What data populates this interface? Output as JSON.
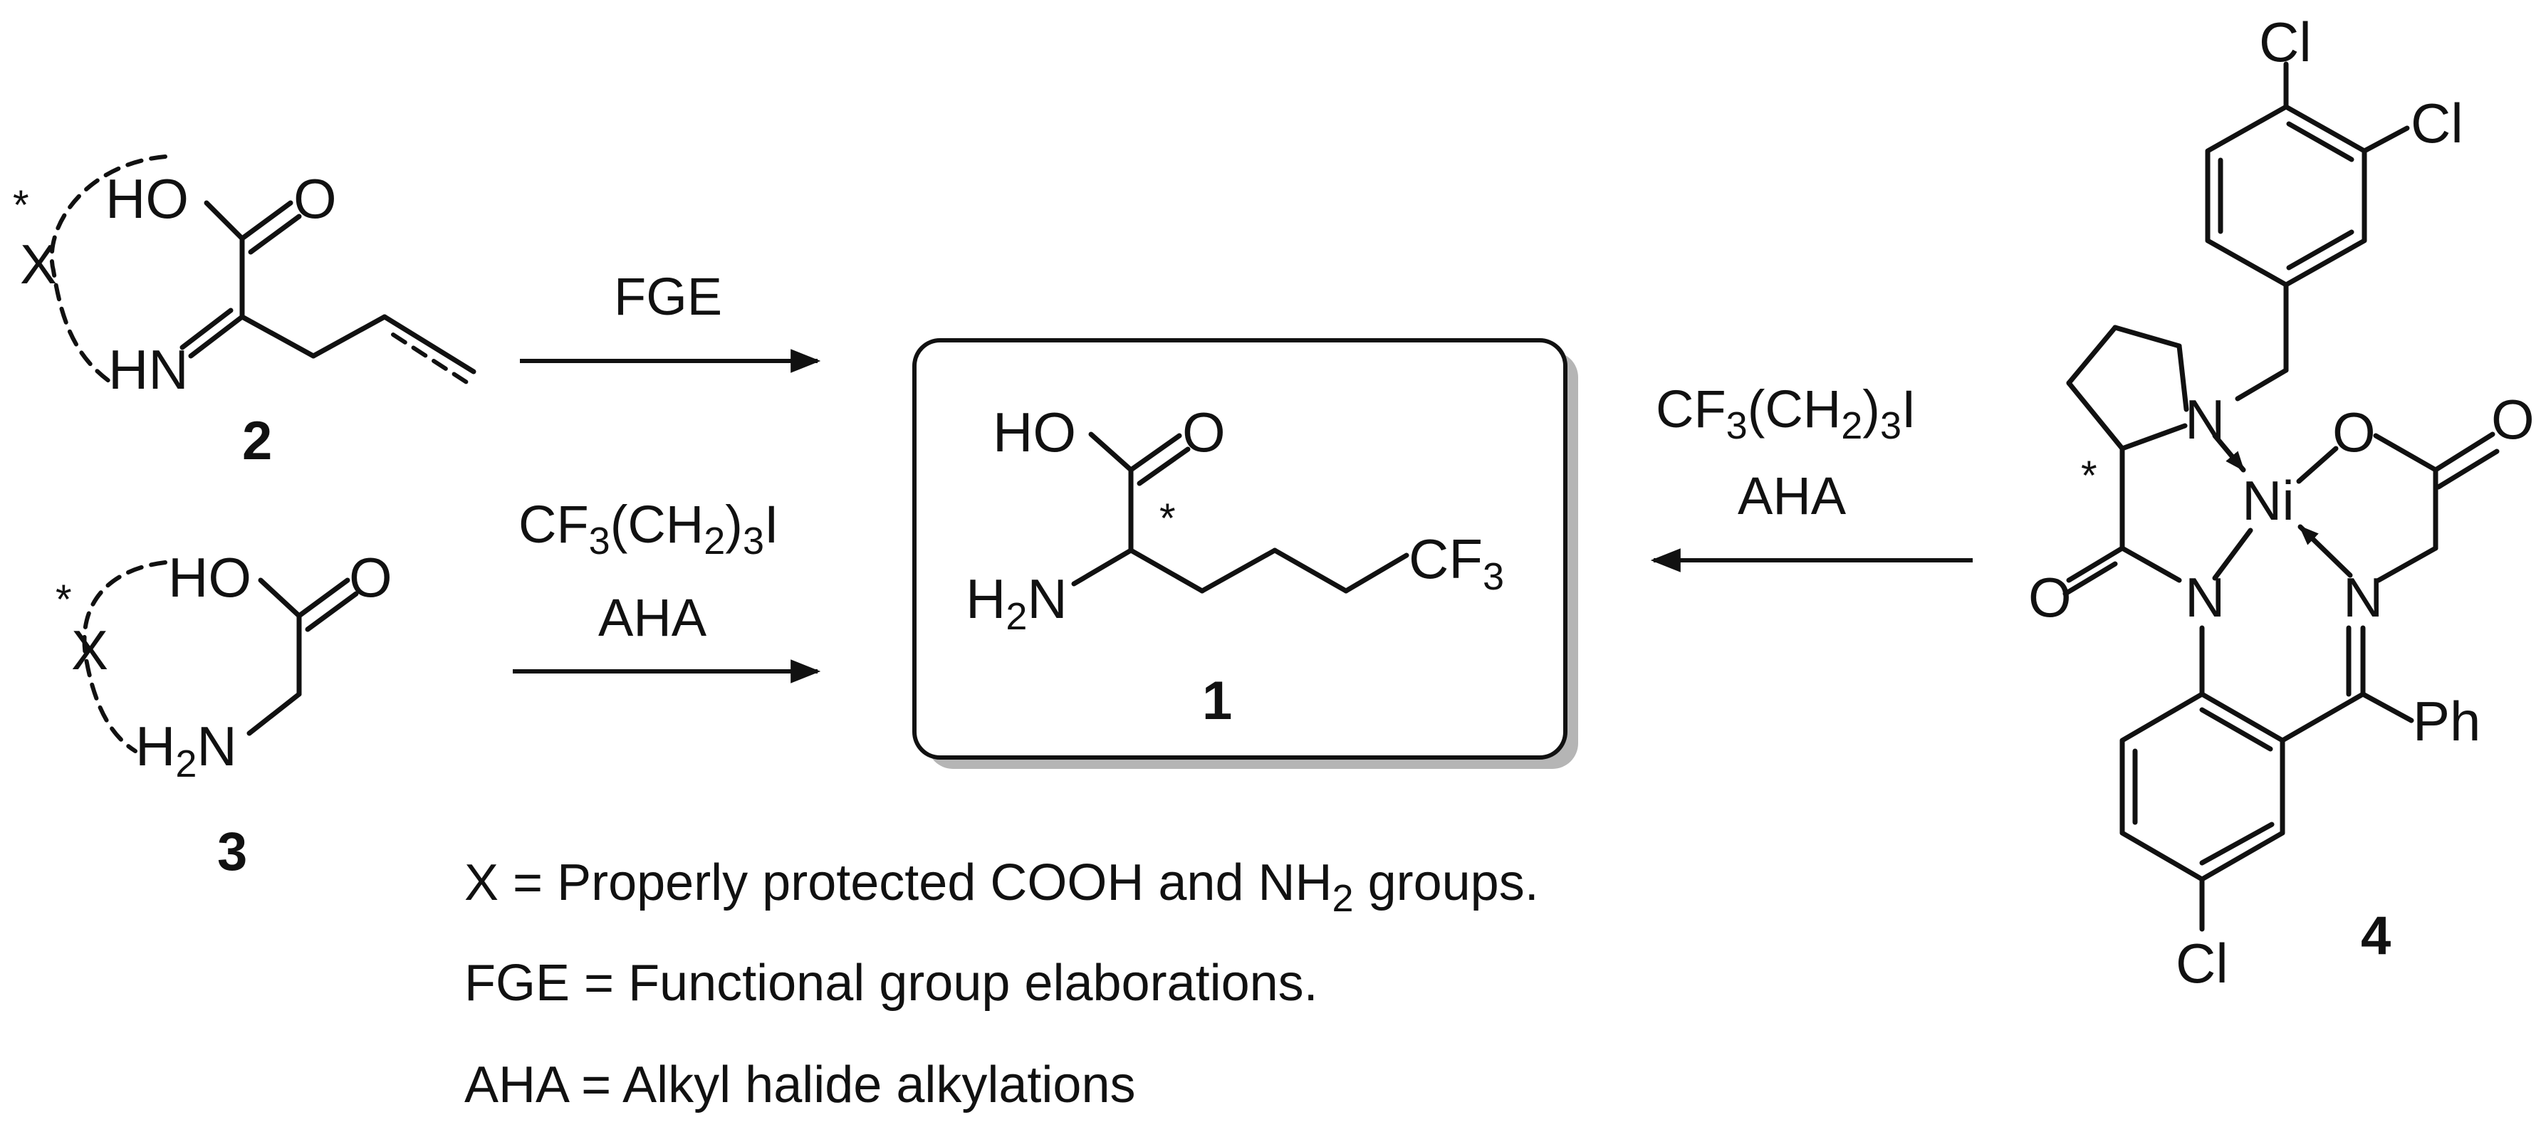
{
  "atoms": {
    "ho": "HO",
    "o": "O",
    "hn": "HN",
    "h2n_h": "H",
    "h2n_2": "2",
    "h2n_n": "N",
    "x": "X",
    "star": "*",
    "cf3_c": "CF",
    "cf3_3": "3",
    "cl": "Cl",
    "n": "N",
    "ni": "Ni",
    "ph": "Ph"
  },
  "compounds": {
    "c1": "1",
    "c2": "2",
    "c3": "3",
    "c4": "4"
  },
  "conditions": {
    "fge": "FGE",
    "aha": "AHA",
    "reagent_cf": "CF",
    "reagent_3": "3",
    "reagent_ch": "(CH",
    "reagent_2": "2",
    "reagent_close": ")",
    "reagent_i": "I"
  },
  "legend": {
    "x_def_pre": "X = Properly protected COOH and NH",
    "x_def_sub": "2",
    "x_def_post": " groups.",
    "fge_def": "FGE = Functional group elaborations.",
    "aha_def": "AHA = Alkyl halide alkylations"
  }
}
